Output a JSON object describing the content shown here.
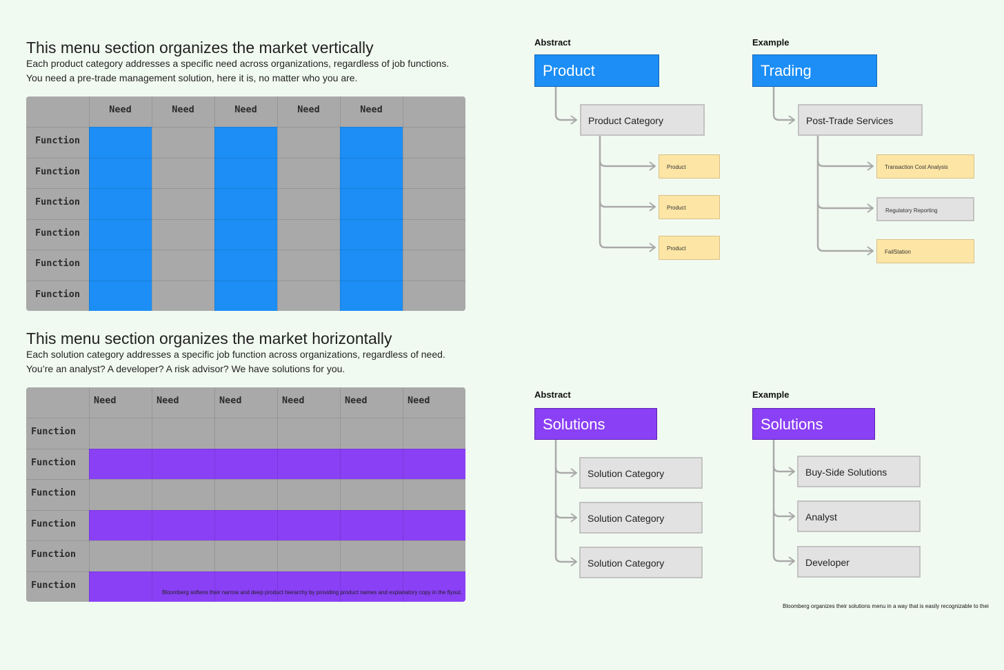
{
  "vertical": {
    "heading": "This menu section organizes the market vertically",
    "line1": "Each product category addresses a specific need across organizations, regardless of job functions.",
    "line2": "You need a pre-trade management solution, here it is, no matter who you are.",
    "grid": {
      "needs": [
        "Need",
        "Need",
        "Need",
        "Need",
        "Need"
      ],
      "functions": [
        "Function",
        "Function",
        "Function",
        "Function",
        "Function",
        "Function"
      ],
      "highlight_color": "#1c8ef5",
      "highlighted_columns": [
        1,
        3,
        5
      ]
    }
  },
  "horizontal": {
    "heading": "This menu section organizes the market horizontally",
    "line1": "Each solution category addresses a specific job function across organizations, regardless of need.",
    "line2": "You’re an analyst? A developer? A risk advisor? We have solutions for you.",
    "grid": {
      "needs": [
        "Need",
        "Need",
        "Need",
        "Need",
        "Need",
        "Need"
      ],
      "functions": [
        "Function",
        "Function",
        "Function",
        "Function",
        "Function",
        "Function"
      ],
      "highlight_color": "#8a40f5",
      "highlighted_rows": [
        2,
        4,
        6
      ],
      "note": "Bloomberg softens their narrow and deep product hierarchy by providing product names and explanatory copy in the flyout."
    }
  },
  "product_tree": {
    "abstract": {
      "label": "Abstract",
      "root": "Product",
      "category": "Product Category",
      "leaves": [
        "Product",
        "Product",
        "Product"
      ]
    },
    "example": {
      "label": "Example",
      "root": "Trading",
      "category": "Post-Trade Services",
      "leaves": [
        "Transaction Cost Analysis",
        "Regulatory Reporting",
        "FailStation"
      ]
    }
  },
  "solutions_tree": {
    "abstract": {
      "label": "Abstract",
      "root": "Solutions",
      "children": [
        "Solution Category",
        "Solution Category",
        "Solution Category"
      ]
    },
    "example": {
      "label": "Example",
      "root": "Solutions",
      "children": [
        "Buy-Side Solutions",
        "Analyst",
        "Developer"
      ]
    },
    "footnote": "Bloomberg organizes their solutions menu in a way that is easily recognizable to thei"
  },
  "colors": {
    "background": "#f1faf1",
    "grid": "#a9a9a9",
    "blue": "#1c8ef5",
    "purple": "#8a40f5",
    "gray_node": "#e2e2e2",
    "yellow_node": "#fde5a5",
    "connector": "#a9a9a9"
  }
}
